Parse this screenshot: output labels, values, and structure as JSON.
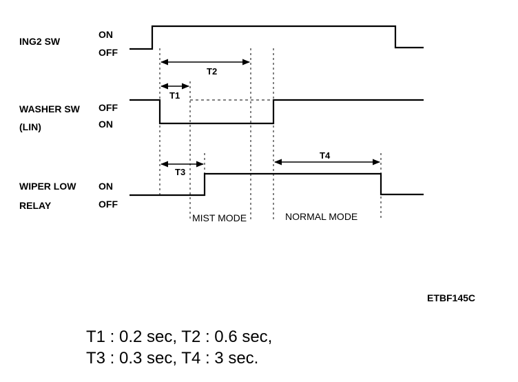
{
  "signals": [
    {
      "name": "ING2 SW",
      "state_top": "ON",
      "state_bottom": "OFF"
    },
    {
      "name": "WASHER SW",
      "name2": "(LIN)",
      "state_top": "OFF",
      "state_bottom": "ON"
    },
    {
      "name": "WIPER LOW",
      "name2": "RELAY",
      "state_top": "ON",
      "state_bottom": "OFF"
    }
  ],
  "intervals": {
    "t1": "T1",
    "t2": "T2",
    "t3": "T3",
    "t4": "T4"
  },
  "modes": {
    "mist": "MIST MODE",
    "normal": "NORMAL MODE"
  },
  "figure_code": "ETBF145C",
  "timing_text": {
    "line1": "T1 : 0.2 sec, T2 : 0.6 sec,",
    "line2": "T3 : 0.3 sec, T4 : 3 sec."
  }
}
